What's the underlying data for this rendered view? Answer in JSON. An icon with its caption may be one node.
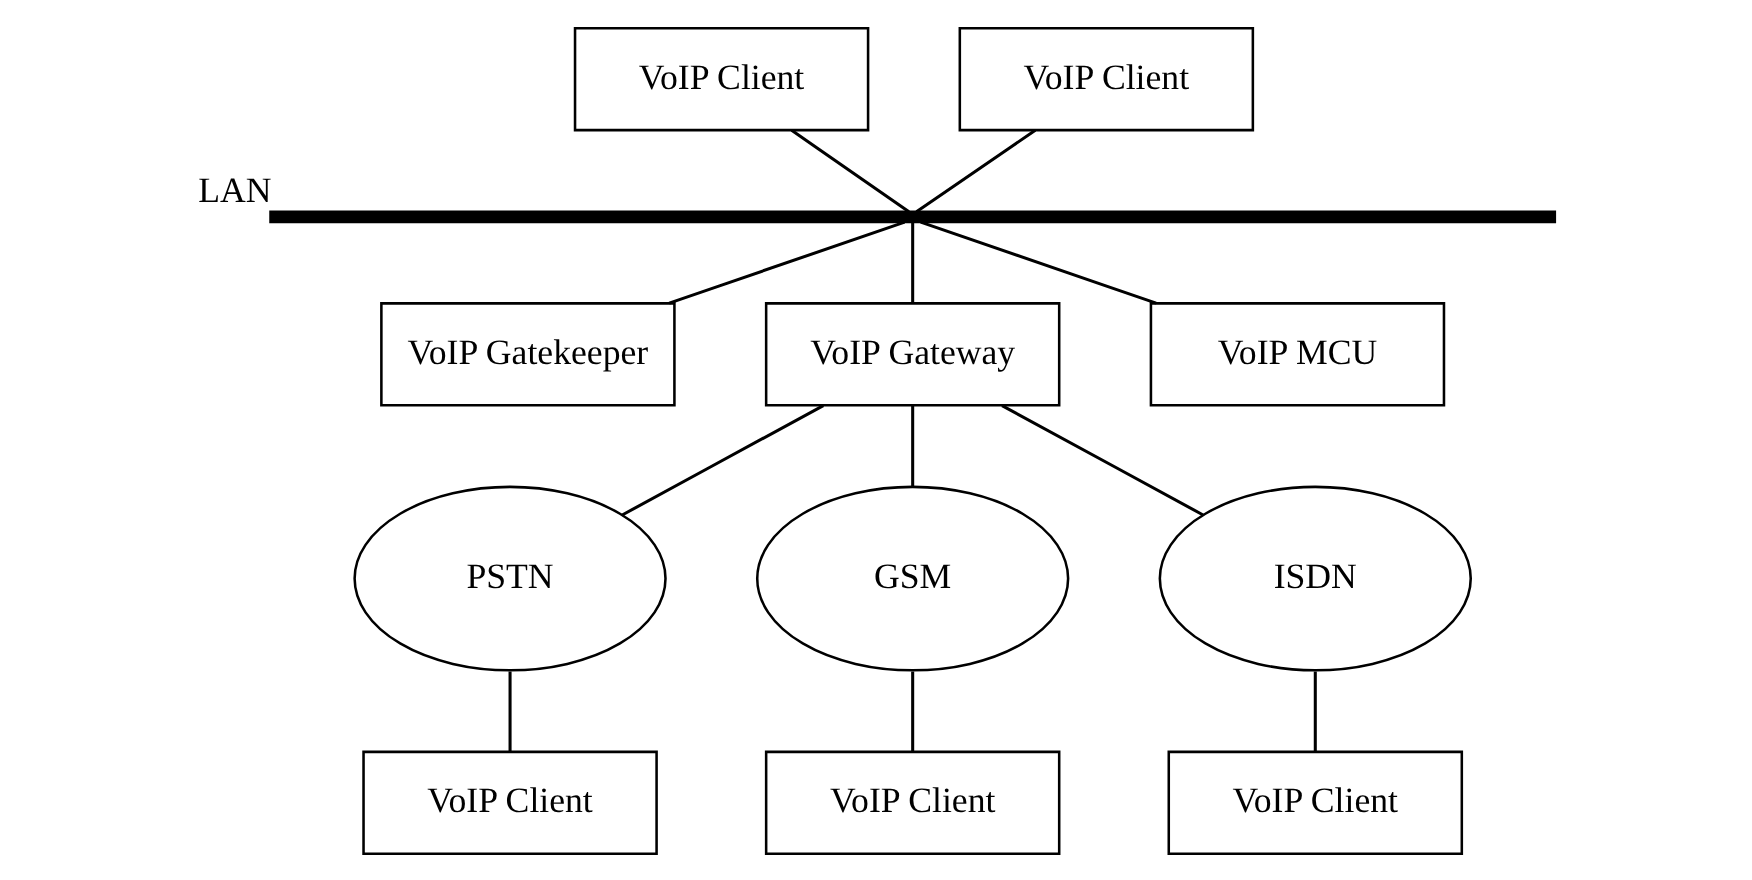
{
  "diagram": {
    "nodes": [
      {
        "text": [
          "VoIP Client"
        ]
      },
      {
        "text": [
          "VoIP Client"
        ]
      },
      {
        "text": [],
        "shape": "bar",
        "beside": [
          "LAN"
        ]
      },
      {
        "text": [
          "VoIP Gatekeeper"
        ]
      },
      {
        "text": [
          "VoIP Gateway"
        ]
      },
      {
        "text": [
          "VoIP MCU"
        ]
      },
      {
        "text": [
          "PSTN"
        ]
      },
      {
        "text": [
          "GSM"
        ]
      },
      {
        "text": [
          "ISDN"
        ]
      },
      {
        "text": [
          "VoIP Client"
        ]
      },
      {
        "text": [
          "VoIP Client"
        ]
      },
      {
        "text": [
          "VoIP Client"
        ]
      }
    ],
    "edges": [
      {
        "from": 0,
        "to": 2,
        "arrow": "none"
      },
      {
        "from": 1,
        "to": 2,
        "arrow": "none"
      },
      {
        "from": 2,
        "to": 3,
        "arrow": "none"
      },
      {
        "from": 2,
        "to": 4,
        "arrow": "none"
      },
      {
        "from": 2,
        "to": 5,
        "arrow": "none"
      },
      {
        "from": 4,
        "to": 6,
        "arrow": "none"
      },
      {
        "from": 4,
        "to": 7,
        "arrow": "none"
      },
      {
        "from": 4,
        "to": 8,
        "arrow": "none"
      },
      {
        "from": 6,
        "to": 9,
        "arrow": "none"
      },
      {
        "from": 7,
        "to": 10,
        "arrow": "none"
      },
      {
        "from": 8,
        "to": 11,
        "arrow": "none"
      }
    ]
  }
}
